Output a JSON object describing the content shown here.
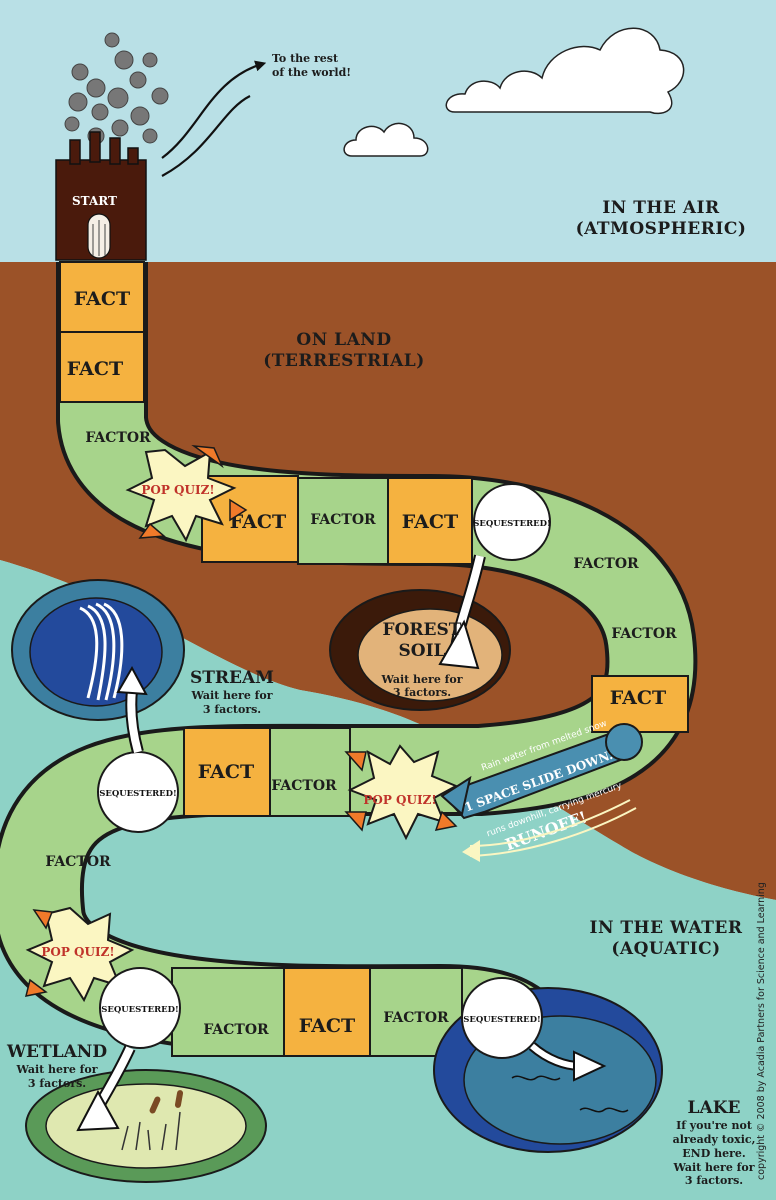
{
  "regions": {
    "air": [
      "IN THE AIR",
      "(ATMOSPHERIC)"
    ],
    "land": [
      "ON LAND",
      "(TERRESTRIAL)"
    ],
    "water": [
      "IN THE WATER",
      "(AQUATIC)"
    ]
  },
  "start_label": "START",
  "world_note": [
    "To the rest",
    "of the world!"
  ],
  "space_labels": {
    "fact": "FACT",
    "factor": "FACTOR",
    "pop_quiz": "POP QUIZ!",
    "sequestered": "SEQUESTERED!"
  },
  "spaces": [
    "FACT",
    "FACT",
    "FACTOR",
    "POP QUIZ!",
    "FACT",
    "FACTOR",
    "FACT",
    "SEQUESTERED!",
    "FACTOR",
    "FACTOR",
    "FACT",
    "POP QUIZ!",
    "FACTOR",
    "FACT",
    "SEQUESTERED!",
    "FACTOR",
    "POP QUIZ!",
    "SEQUESTERED!",
    "FACTOR",
    "FACT",
    "FACTOR",
    "SEQUESTERED!"
  ],
  "destinations": {
    "forest_soil": {
      "title": [
        "FOREST",
        "SOIL"
      ],
      "note": [
        "Wait here for",
        "3 factors."
      ]
    },
    "stream": {
      "title": "STREAM",
      "note": [
        "Wait here for",
        "3 factors."
      ]
    },
    "wetland": {
      "title": "WETLAND",
      "note": [
        "Wait here for",
        "3 factors."
      ]
    },
    "lake": {
      "title": "LAKE",
      "note": [
        "If you're not",
        "already toxic,",
        "END here.",
        "Wait here for",
        "3 factors."
      ]
    }
  },
  "runoff": {
    "slide": "1 SPACE SLIDE DOWN.",
    "line1": "Rain water from melted snow",
    "line2": "runs downhill, carrying mercury",
    "label": "RUNOFF!"
  },
  "copyright": "copyright © 2008 by Acadia Partners for Science and Learning",
  "colors": {
    "sky": "#b9e0e6",
    "land": "#9b5228",
    "water": "#8ed2c6",
    "fact": "#f5b240",
    "factor": "#a7d48b",
    "quiz_burst": "#fbf6c2",
    "quiz_spikes": "#f07a2a",
    "factory": "#4a1a0c"
  }
}
